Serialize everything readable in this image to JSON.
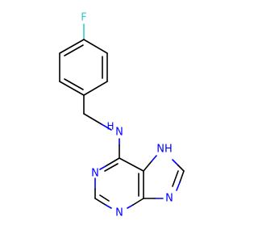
{
  "molecule": {
    "atoms": {
      "fluorine": "F",
      "amine_nitrogen": "N",
      "amine_hydrogen": "H",
      "imidazole_nh": "NH",
      "ring_nitrogen_1": "N",
      "ring_nitrogen_3": "N",
      "ring_nitrogen_9": "N"
    },
    "colors": {
      "bond": "#000000",
      "nitrogen": "#0000ff",
      "fluorine": "#33cccc",
      "background": "#ffffff"
    }
  }
}
